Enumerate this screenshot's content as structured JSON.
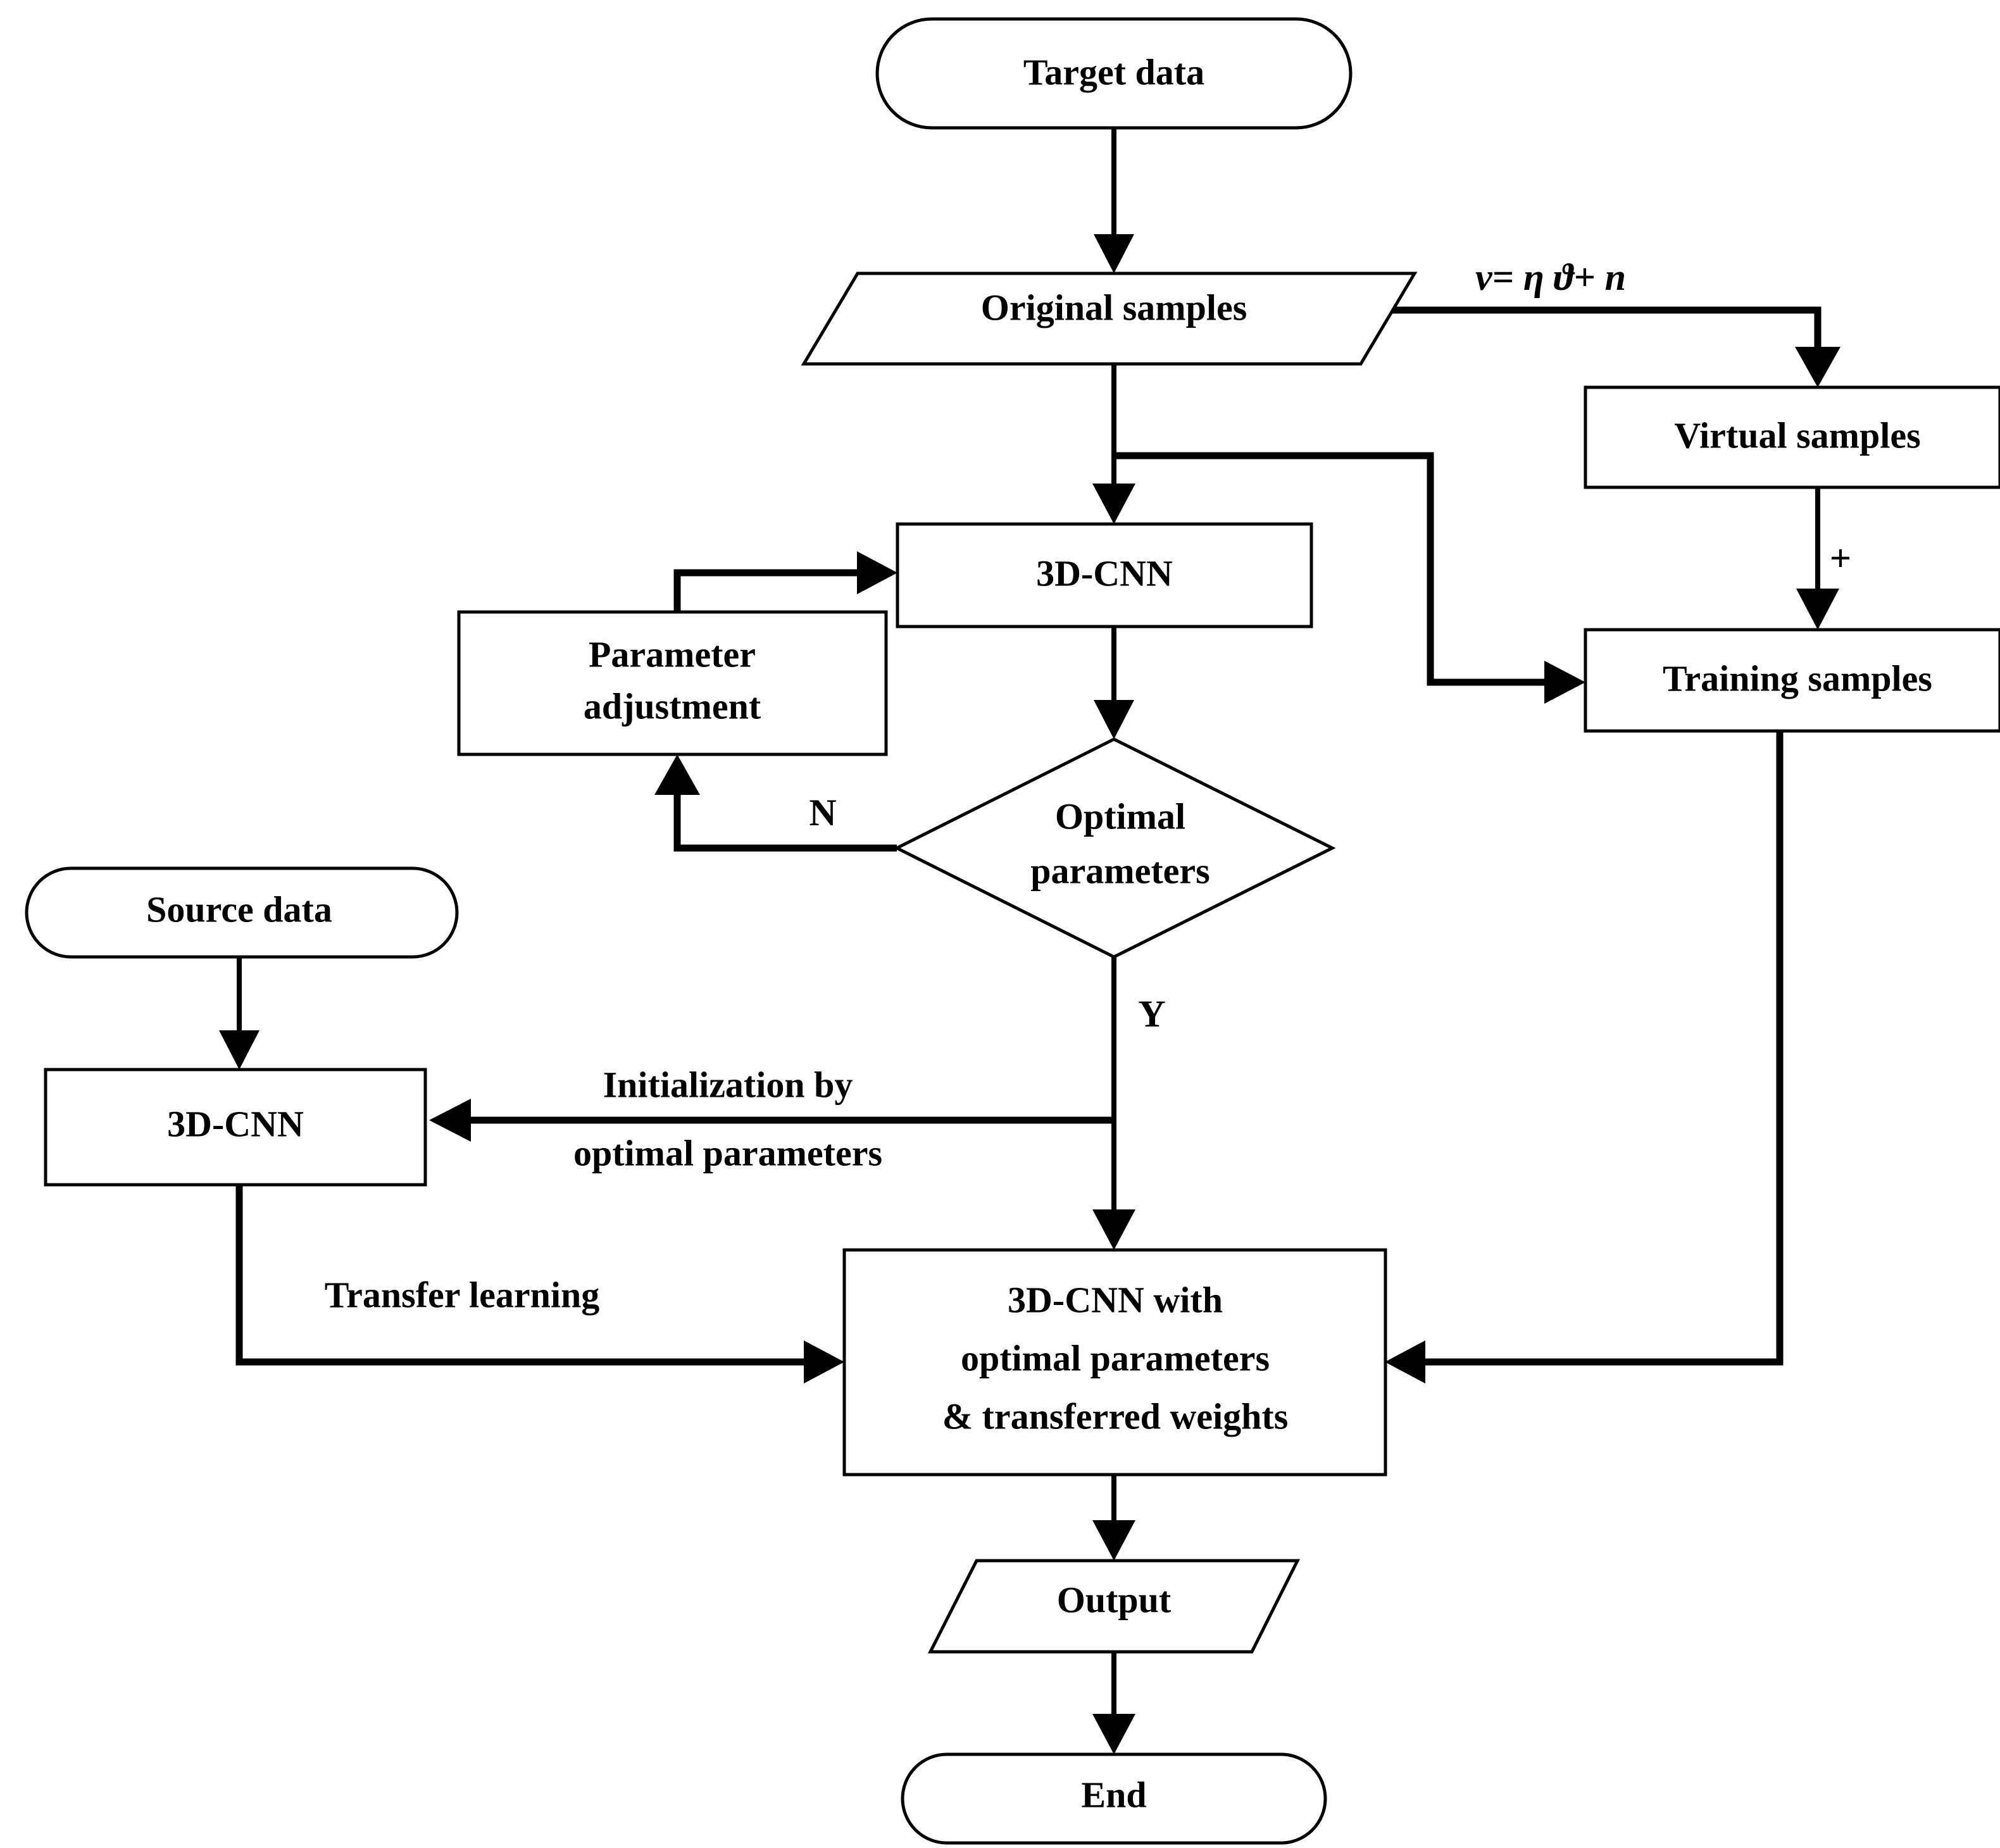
{
  "diagram": {
    "title": "Transfer-learning 3D-CNN flowchart",
    "background_color": "#ffffff",
    "line_color": "#000000"
  },
  "nodes": {
    "target_data": {
      "label": "Target data",
      "shape": "stadium"
    },
    "original_samples": {
      "label": "Original samples",
      "shape": "parallelogram"
    },
    "virtual_samples": {
      "label": "Virtual samples",
      "shape": "rectangle"
    },
    "training_samples": {
      "label": "Training samples",
      "shape": "rectangle"
    },
    "cnn_top": {
      "label": "3D-CNN",
      "shape": "rectangle"
    },
    "parameter_adjust": {
      "label_line1": "Parameter",
      "label_line2": "adjustment",
      "shape": "rectangle"
    },
    "optimal_parameters": {
      "label_line1": "Optimal",
      "label_line2": "parameters",
      "shape": "diamond"
    },
    "source_data": {
      "label": "Source data",
      "shape": "stadium"
    },
    "cnn_source": {
      "label": "3D-CNN",
      "shape": "rectangle"
    },
    "cnn_final": {
      "label_line1": "3D-CNN with",
      "label_line2": "optimal parameters",
      "label_line3": "& transferred weights",
      "shape": "rectangle"
    },
    "output": {
      "label": "Output",
      "shape": "parallelogram"
    },
    "end": {
      "label": "End",
      "shape": "stadium"
    }
  },
  "edge_labels": {
    "virtual_formula": "v= η ϑ+ n",
    "plus": "+",
    "decision_no": "N",
    "decision_yes": "Y",
    "initialization_line1": "Initialization by",
    "initialization_line2": "optimal parameters",
    "transfer_learning": "Transfer learning"
  }
}
